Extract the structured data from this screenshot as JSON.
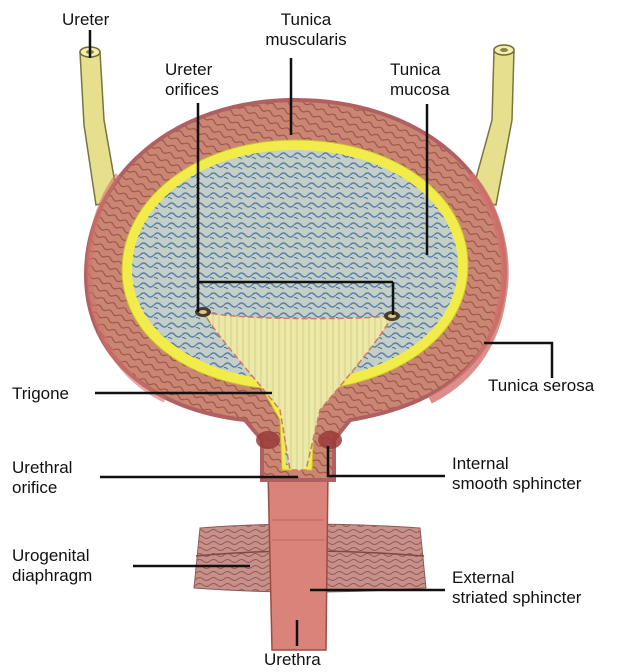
{
  "labels": {
    "ureter": "Ureter",
    "tunica_muscularis": [
      "Tunica",
      "muscularis"
    ],
    "ureter_orifices": [
      "Ureter",
      "orifices"
    ],
    "tunica_mucosa": [
      "Tunica",
      "mucosa"
    ],
    "tunica_serosa": "Tunica serosa",
    "trigone": "Trigone",
    "urethral_orifice": [
      "Urethral",
      "orifice"
    ],
    "internal_smooth_sphincter": [
      "Internal",
      "smooth sphincter"
    ],
    "urogenital_diaphragm": [
      "Urogenital",
      "diaphragm"
    ],
    "external_striated_sphincter": [
      "External",
      "striated sphincter"
    ],
    "urethra": "Urethra"
  },
  "colors": {
    "muscle": "#c98673",
    "muscle_dark": "#a5584b",
    "serosa": "#cf7b74",
    "mucosa_border": "#f2ec4a",
    "lumen": "#b9c7c3",
    "lumen_pattern": "#5d7fa8",
    "trigone": "#ece9a8",
    "ureter": "#e6df8e",
    "leader": "#111111"
  }
}
